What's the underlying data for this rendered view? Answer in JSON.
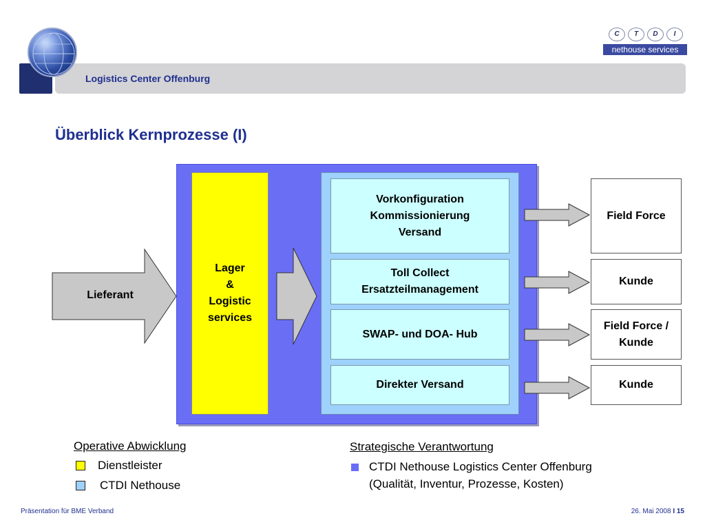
{
  "header": {
    "title": "Logistics Center Offenburg",
    "globe_icon": "globe-icon"
  },
  "logo": {
    "letters": [
      "C",
      "T",
      "D",
      "I"
    ],
    "tagline": "nethouse services"
  },
  "page_title": "Überblick Kernprozesse (I)",
  "diagram": {
    "source": "Lieferant",
    "lager_lines": [
      "Lager",
      "&",
      "Logistic",
      "services"
    ],
    "processes": [
      [
        "Vorkonfiguration",
        "Kommissionierung",
        "Versand"
      ],
      [
        "Toll Collect",
        "Ersatzteilmanagement"
      ],
      [
        "SWAP- und DOA- Hub"
      ],
      [
        "Direkter Versand"
      ]
    ],
    "destinations": [
      [
        "Field Force"
      ],
      [
        "Kunde"
      ],
      [
        "Field Force /",
        "Kunde"
      ],
      [
        "Kunde"
      ]
    ],
    "colors": {
      "outer": "#6a6ef5",
      "lager": "#ffff00",
      "inner": "#9ed1fb",
      "process": "#ccffff",
      "arrow": "#c8c8c8"
    }
  },
  "legend": {
    "left_title": "Operative Abwicklung",
    "left_items": [
      {
        "label": "Dienstleister",
        "color": "#ffff00"
      },
      {
        "label": "CTDI Nethouse",
        "color": "#9ed1fb"
      }
    ],
    "right_title": "Strategische Verantwortung",
    "right_items": [
      {
        "lines": [
          "CTDI Nethouse Logistics Center Offenburg",
          "(Qualität, Inventur, Prozesse, Kosten)"
        ],
        "color": "#6a6ef5"
      }
    ]
  },
  "footer": {
    "left": "Präsentation für BME Verband",
    "date": "26. Mai 2008",
    "separator": "I",
    "page": "15"
  }
}
